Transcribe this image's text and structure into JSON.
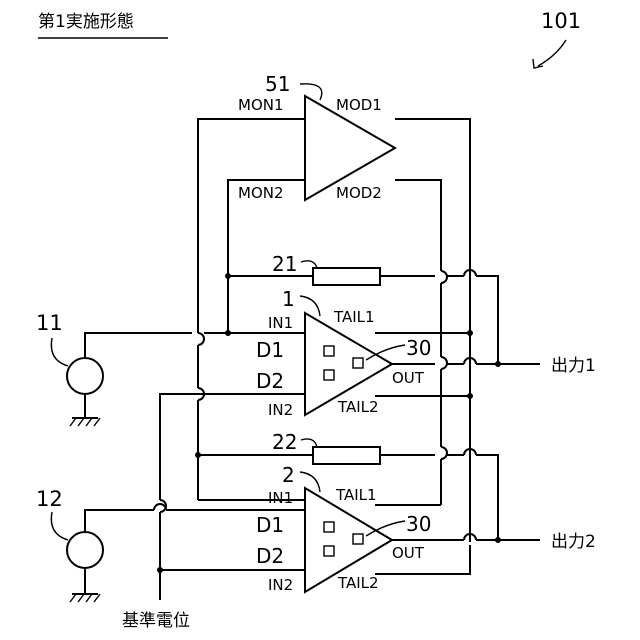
{
  "title": "第1実施形態",
  "figure_ref": "101",
  "modulator": {
    "ref": "51",
    "mon1": "MON1",
    "mon2": "MON2",
    "mod1": "MOD1",
    "mod2": "MOD2"
  },
  "resistors": {
    "r21": "21",
    "r22": "22"
  },
  "amp1": {
    "ref": "1",
    "in1": "IN1",
    "in2": "IN2",
    "tail1": "TAIL1",
    "tail2": "TAIL2",
    "d1": "D1",
    "d2": "D2",
    "out": "OUT",
    "ref30": "30"
  },
  "amp2": {
    "ref": "2",
    "in1": "IN1",
    "in2": "IN2",
    "tail1": "TAIL1",
    "tail2": "TAIL2",
    "d1": "D1",
    "d2": "D2",
    "out": "OUT",
    "ref30": "30"
  },
  "sources": {
    "s11": "11",
    "s12": "12"
  },
  "outputs": {
    "out1": "出力1",
    "out2": "出力2"
  },
  "reference_potential": "基準電位"
}
